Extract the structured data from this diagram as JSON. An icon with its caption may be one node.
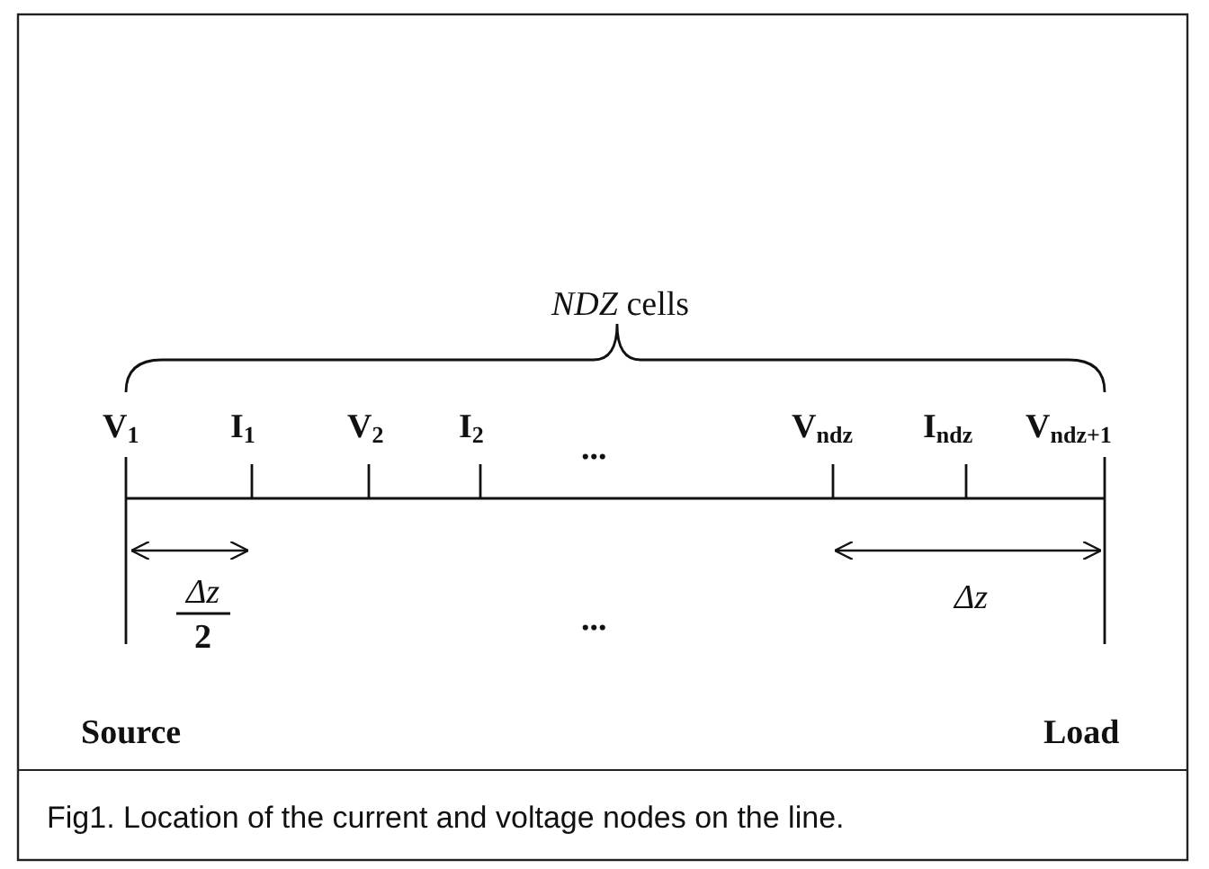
{
  "diagram": {
    "caption": "Fig1. Location of the current and voltage nodes on the line.",
    "labels": [
      "*NDZ* cells",
      "V$_{1}$",
      "I$_{1}$",
      "V$_{2}$",
      "I$_{2}$",
      "...",
      "V$_{ndz}$",
      "I$_{ndz}$",
      "V$_{ndz+1}$",
      "Δz",
      "...",
      "Δz",
      "2",
      "Source",
      "Load"
    ]
  }
}
